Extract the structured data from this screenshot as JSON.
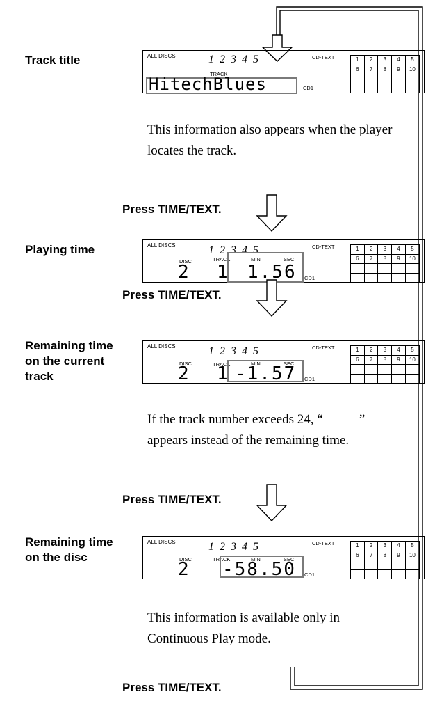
{
  "steps": [
    {
      "label": "Track title",
      "display": {
        "top_left": "ALL DISCS",
        "disc_numbers": "1 2 3 4 5",
        "cd_text": "CD-TEXT",
        "track_small": "TRACK",
        "main_text": "HitechBlues",
        "cd1": "CD1"
      },
      "note": "This information also appears when the player locates the track."
    },
    {
      "press": "Press TIME/TEXT.",
      "label": "Playing time",
      "display": {
        "top_left": "ALL DISCS",
        "disc_numbers": "1 2 3 4 5",
        "cd_text": "CD-TEXT",
        "disc_label": "DISC",
        "disc_value": "2",
        "track_label": "TRACK",
        "track_value": "1",
        "min_label": "MIN",
        "sec_label": "SEC",
        "time_value": "1.56",
        "cd1": "CD1"
      }
    },
    {
      "press": "Press TIME/TEXT.",
      "label": "Remaining time on the current track",
      "display": {
        "top_left": "ALL DISCS",
        "disc_numbers": "1 2 3 4 5",
        "cd_text": "CD-TEXT",
        "disc_label": "DISC",
        "disc_value": "2",
        "track_label": "TRACK",
        "track_value": "1",
        "min_label": "MIN",
        "sec_label": "SEC",
        "time_value": "-1.57",
        "cd1": "CD1"
      },
      "note": "If the track number exceeds 24, “– – – –” appears instead of the remaining time."
    },
    {
      "press": "Press TIME/TEXT.",
      "label": "Remaining time on the disc",
      "display": {
        "top_left": "ALL DISCS",
        "disc_numbers": "1 2 3 4 5",
        "cd_text": "CD-TEXT",
        "disc_label": "DISC",
        "disc_value": "2",
        "track_label": "TRACK",
        "min_label": "MIN",
        "sec_label": "SEC",
        "time_value": "-58.50",
        "cd1": "CD1"
      },
      "note": "This information is available only in Continuous Play mode."
    }
  ],
  "final_press": "Press TIME/TEXT.",
  "track_grid": [
    [
      "1",
      "2",
      "3",
      "4",
      "5"
    ],
    [
      "6",
      "7",
      "8",
      "9",
      "10"
    ],
    [
      "",
      "",
      "",
      "",
      ""
    ],
    [
      "",
      "",
      "",
      "",
      ""
    ]
  ]
}
